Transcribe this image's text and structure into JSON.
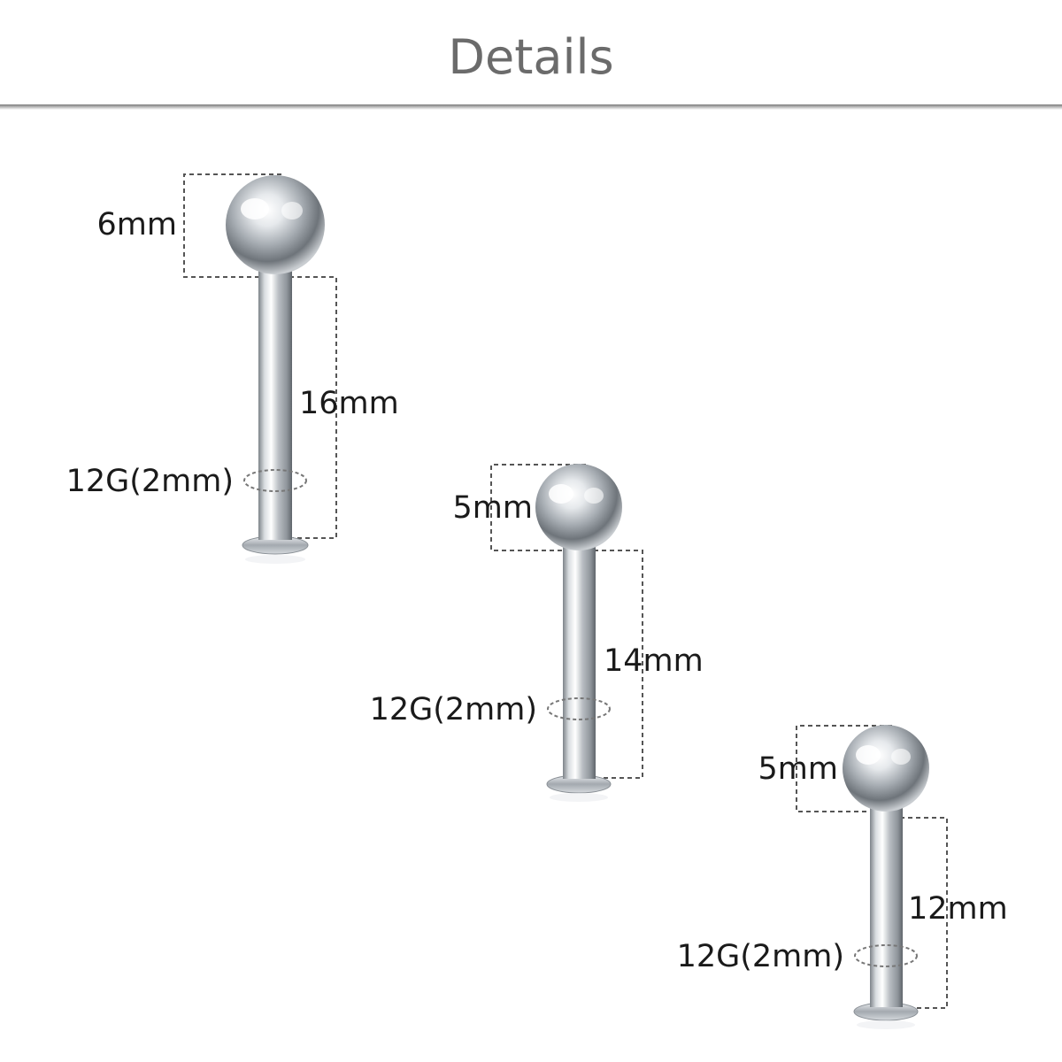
{
  "header": {
    "title": "Details"
  },
  "products": [
    {
      "ball_label": "6mm",
      "length_label": "16mm",
      "gauge_label": "12G(2mm)"
    },
    {
      "ball_label": "5mm",
      "length_label": "14mm",
      "gauge_label": "12G(2mm)"
    },
    {
      "ball_label": "5mm",
      "length_label": "12mm",
      "gauge_label": "12G(2mm)"
    }
  ],
  "colors": {
    "title": "#6b6b6b",
    "divider": "#9a9a9a",
    "dimension_lines": "#555555",
    "metal": "#c8ccd0"
  }
}
